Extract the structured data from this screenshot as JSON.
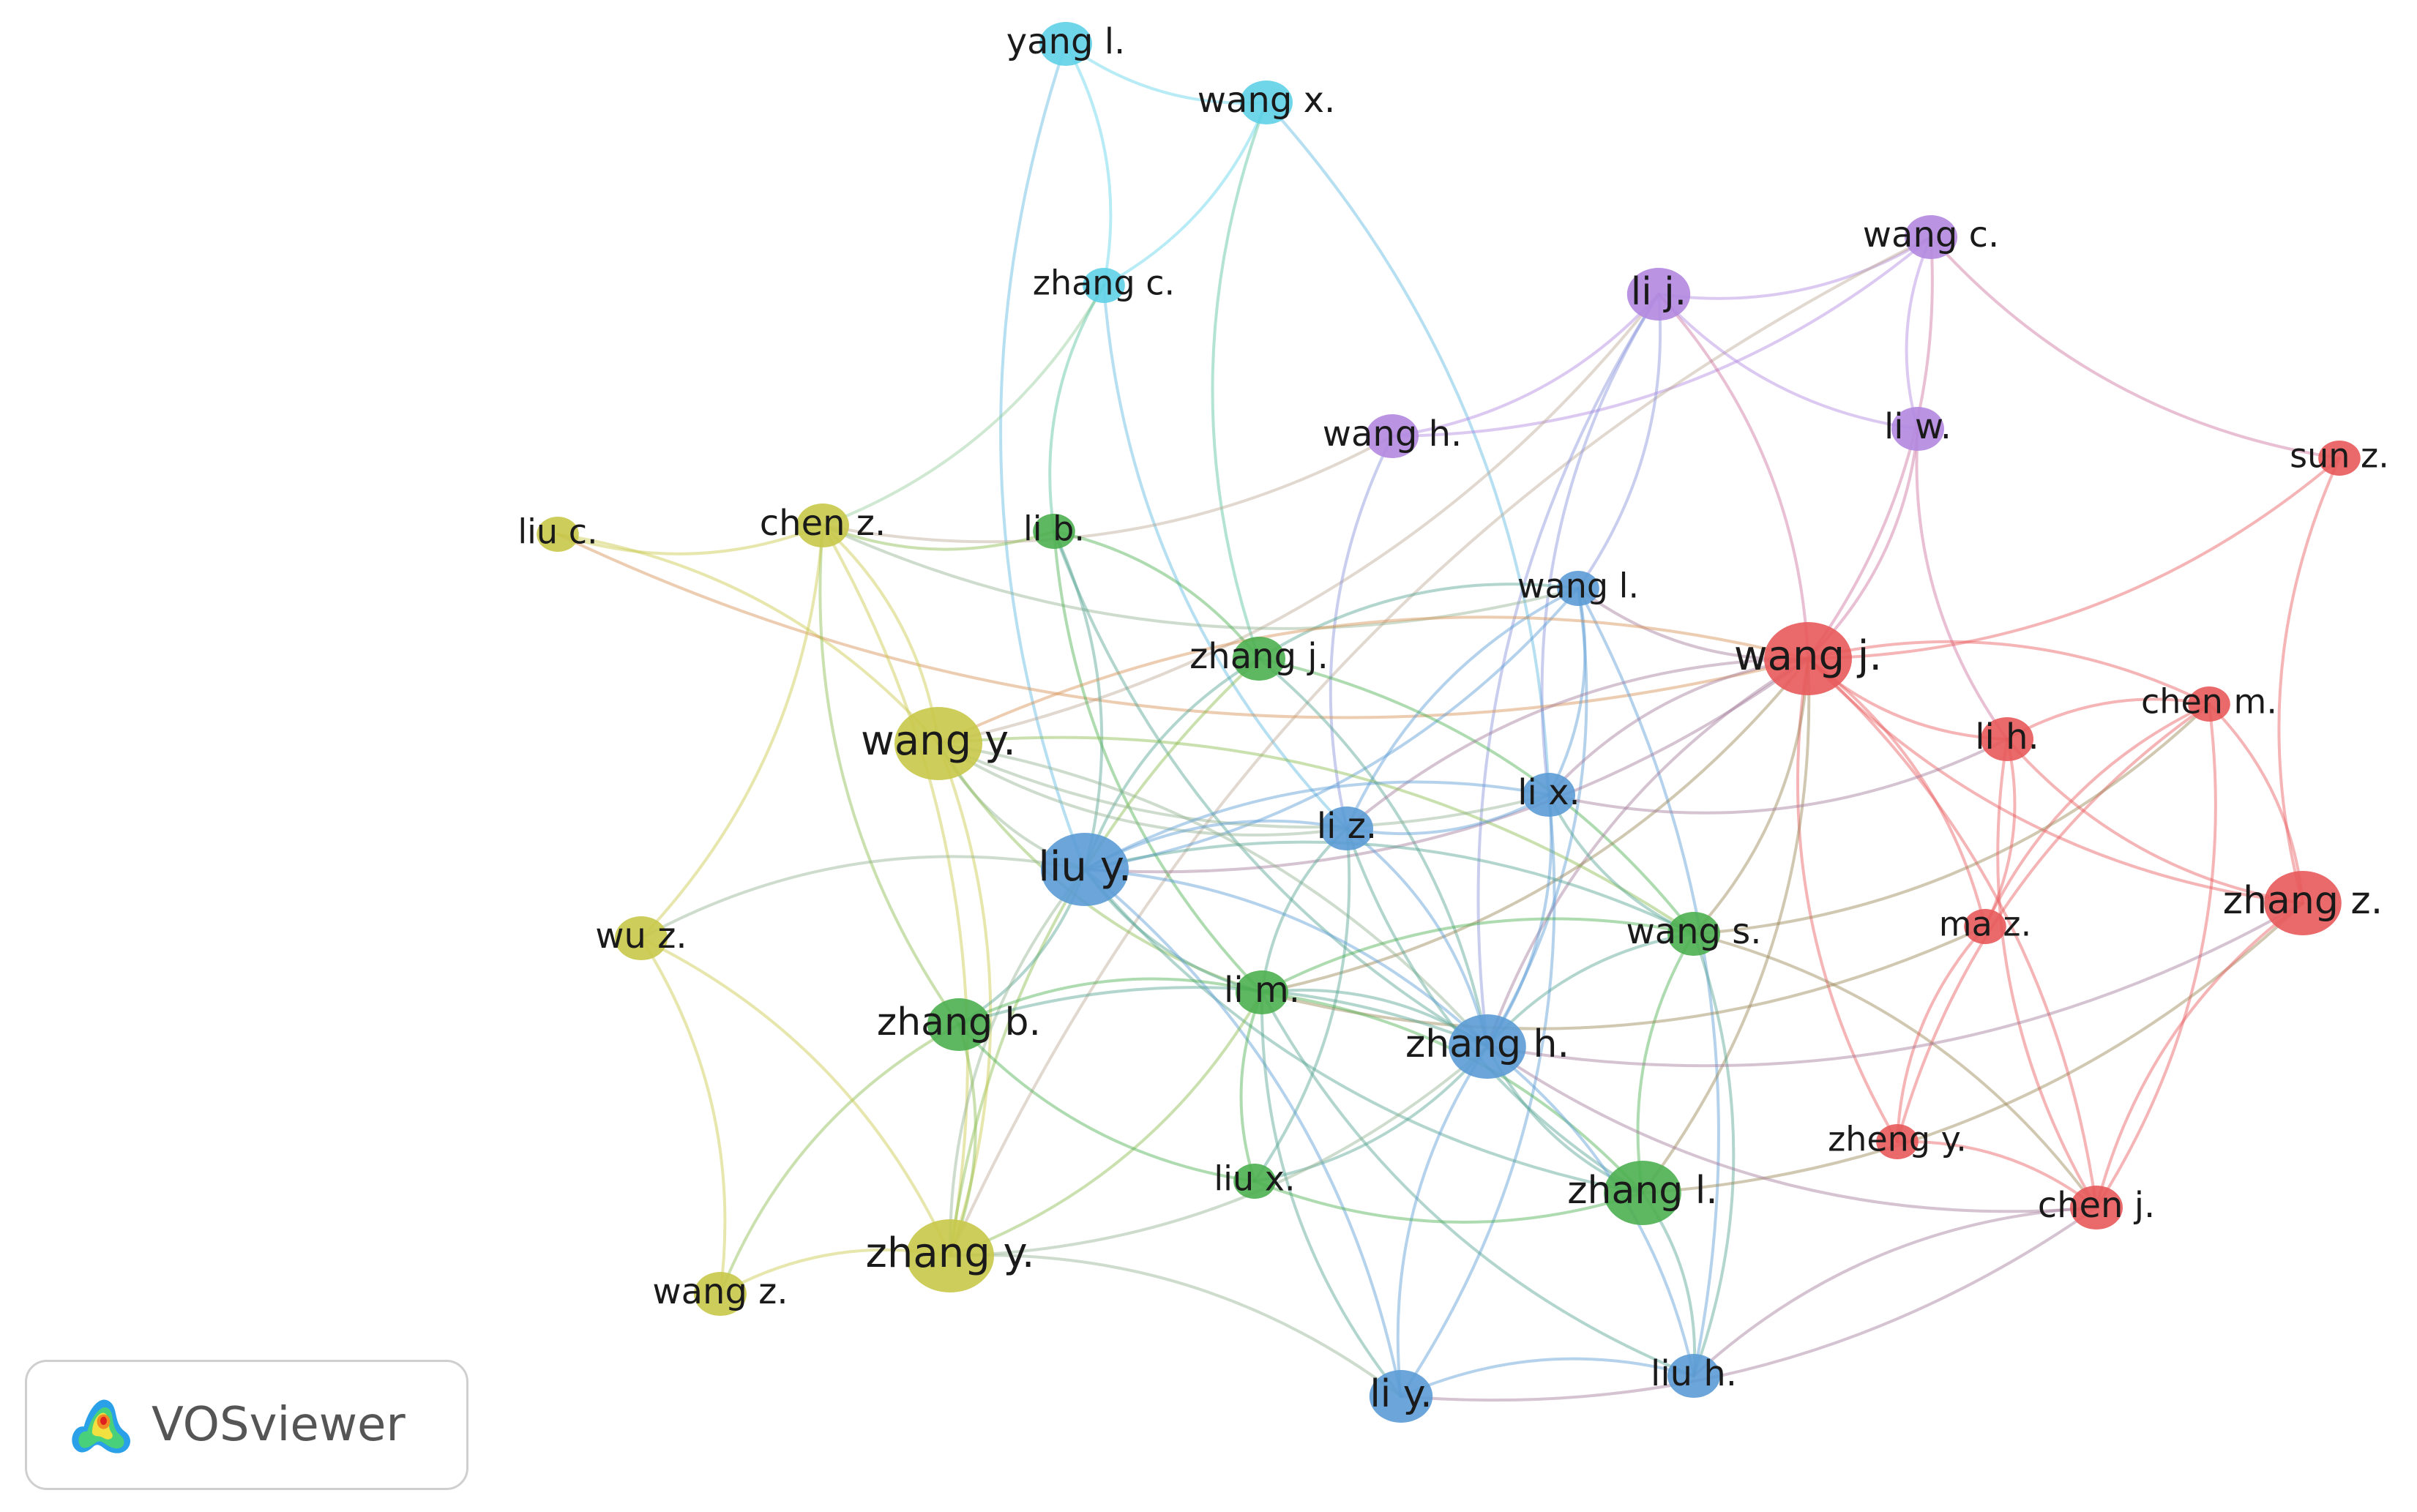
{
  "clusters": {
    "red": "#e8595a",
    "green": "#4caf50",
    "blue": "#5b9bd5",
    "yellow": "#c8c84a",
    "purple": "#b288e0",
    "cyan": "#5fd2e8"
  },
  "nodes": [
    {
      "id": "yang_l",
      "label": "yang l.",
      "cluster": "cyan",
      "weight": 2
    },
    {
      "id": "wang_x",
      "label": "wang x.",
      "cluster": "cyan",
      "weight": 2
    },
    {
      "id": "zhang_c",
      "label": "zhang c.",
      "cluster": "cyan",
      "weight": 1
    },
    {
      "id": "wang_c",
      "label": "wang c.",
      "cluster": "purple",
      "weight": 2
    },
    {
      "id": "li_j",
      "label": "li j.",
      "cluster": "purple",
      "weight": 3
    },
    {
      "id": "wang_h",
      "label": "wang h.",
      "cluster": "purple",
      "weight": 2
    },
    {
      "id": "li_w",
      "label": "li w.",
      "cluster": "purple",
      "weight": 2
    },
    {
      "id": "sun_z",
      "label": "sun z.",
      "cluster": "red",
      "weight": 1
    },
    {
      "id": "liu_c",
      "label": "liu c.",
      "cluster": "yellow",
      "weight": 1
    },
    {
      "id": "chen_z",
      "label": "chen z.",
      "cluster": "yellow",
      "weight": 2
    },
    {
      "id": "li_b",
      "label": "li b.",
      "cluster": "green",
      "weight": 1
    },
    {
      "id": "wang_l",
      "label": "wang l.",
      "cluster": "blue",
      "weight": 1
    },
    {
      "id": "zhang_j",
      "label": "zhang j.",
      "cluster": "green",
      "weight": 2
    },
    {
      "id": "wang_j",
      "label": "wang j.",
      "cluster": "red",
      "weight": 5
    },
    {
      "id": "chen_m",
      "label": "chen m.",
      "cluster": "red",
      "weight": 1
    },
    {
      "id": "li_h",
      "label": "li h.",
      "cluster": "red",
      "weight": 2
    },
    {
      "id": "wang_y",
      "label": "wang y.",
      "cluster": "yellow",
      "weight": 5
    },
    {
      "id": "li_x",
      "label": "li x.",
      "cluster": "blue",
      "weight": 2
    },
    {
      "id": "li_z",
      "label": "li z.",
      "cluster": "blue",
      "weight": 2
    },
    {
      "id": "liu_y",
      "label": "liu y.",
      "cluster": "blue",
      "weight": 5
    },
    {
      "id": "wu_z",
      "label": "wu z.",
      "cluster": "yellow",
      "weight": 2
    },
    {
      "id": "wang_s",
      "label": "wang s.",
      "cluster": "green",
      "weight": 2
    },
    {
      "id": "ma_z",
      "label": "ma z.",
      "cluster": "red",
      "weight": 1
    },
    {
      "id": "zhang_z",
      "label": "zhang z.",
      "cluster": "red",
      "weight": 4
    },
    {
      "id": "li_m",
      "label": "li m.",
      "cluster": "green",
      "weight": 2
    },
    {
      "id": "zhang_b",
      "label": "zhang b.",
      "cluster": "green",
      "weight": 3
    },
    {
      "id": "zhang_h",
      "label": "zhang h.",
      "cluster": "blue",
      "weight": 4
    },
    {
      "id": "zheng_y",
      "label": "zheng y.",
      "cluster": "red",
      "weight": 1
    },
    {
      "id": "liu_x",
      "label": "liu x.",
      "cluster": "green",
      "weight": 1
    },
    {
      "id": "zhang_l",
      "label": "zhang l.",
      "cluster": "green",
      "weight": 4
    },
    {
      "id": "chen_j",
      "label": "chen j.",
      "cluster": "red",
      "weight": 2
    },
    {
      "id": "zhang_y",
      "label": "zhang y.",
      "cluster": "yellow",
      "weight": 5
    },
    {
      "id": "wang_z",
      "label": "wang z.",
      "cluster": "yellow",
      "weight": 2
    },
    {
      "id": "li_y",
      "label": "li y.",
      "cluster": "blue",
      "weight": 3
    },
    {
      "id": "liu_h",
      "label": "liu h.",
      "cluster": "blue",
      "weight": 2
    }
  ],
  "edges": [
    [
      "yang_l",
      "wang_x"
    ],
    [
      "yang_l",
      "zhang_c"
    ],
    [
      "yang_l",
      "liu_y"
    ],
    [
      "wang_x",
      "zhang_c"
    ],
    [
      "wang_x",
      "zhang_j"
    ],
    [
      "wang_x",
      "li_x"
    ],
    [
      "zhang_c",
      "li_z"
    ],
    [
      "zhang_c",
      "chen_z"
    ],
    [
      "zhang_c",
      "li_b"
    ],
    [
      "wang_c",
      "li_j"
    ],
    [
      "wang_c",
      "li_w"
    ],
    [
      "wang_c",
      "wang_j"
    ],
    [
      "wang_c",
      "sun_z"
    ],
    [
      "wang_c",
      "wang_h"
    ],
    [
      "wang_c",
      "zhang_y"
    ],
    [
      "li_j",
      "wang_h"
    ],
    [
      "li_j",
      "li_w"
    ],
    [
      "li_j",
      "wang_l"
    ],
    [
      "li_j",
      "li_x"
    ],
    [
      "li_j",
      "wang_j"
    ],
    [
      "li_j",
      "zhang_h"
    ],
    [
      "li_j",
      "wang_y"
    ],
    [
      "wang_h",
      "li_z"
    ],
    [
      "wang_h",
      "chen_z"
    ],
    [
      "li_w",
      "li_h"
    ],
    [
      "li_w",
      "wang_j"
    ],
    [
      "sun_z",
      "zhang_z"
    ],
    [
      "sun_z",
      "wang_j"
    ],
    [
      "liu_c",
      "chen_z"
    ],
    [
      "liu_c",
      "wang_y"
    ],
    [
      "liu_c",
      "wang_j"
    ],
    [
      "chen_z",
      "wang_y"
    ],
    [
      "chen_z",
      "zhang_b"
    ],
    [
      "chen_z",
      "wu_z"
    ],
    [
      "chen_z",
      "li_b"
    ],
    [
      "chen_z",
      "zhang_y"
    ],
    [
      "chen_z",
      "wang_l"
    ],
    [
      "li_b",
      "liu_y"
    ],
    [
      "li_b",
      "zhang_h"
    ],
    [
      "li_b",
      "zhang_j"
    ],
    [
      "li_b",
      "li_m"
    ],
    [
      "wang_l",
      "liu_y"
    ],
    [
      "wang_l",
      "li_z"
    ],
    [
      "wang_l",
      "zhang_h"
    ],
    [
      "wang_l",
      "wang_j"
    ],
    [
      "wang_l",
      "li_x"
    ],
    [
      "wang_l",
      "zhang_j"
    ],
    [
      "wang_l",
      "liu_h"
    ],
    [
      "zhang_j",
      "liu_y"
    ],
    [
      "zhang_j",
      "zhang_h"
    ],
    [
      "zhang_j",
      "zhang_y"
    ],
    [
      "zhang_j",
      "wang_s"
    ],
    [
      "wang_j",
      "li_h"
    ],
    [
      "wang_j",
      "chen_m"
    ],
    [
      "wang_j",
      "zhang_z"
    ],
    [
      "wang_j",
      "ma_z"
    ],
    [
      "wang_j",
      "li_x"
    ],
    [
      "wang_j",
      "chen_j"
    ],
    [
      "wang_j",
      "zheng_y"
    ],
    [
      "wang_j",
      "wang_s"
    ],
    [
      "wang_j",
      "li_z"
    ],
    [
      "wang_j",
      "liu_y"
    ],
    [
      "wang_j",
      "zhang_h"
    ],
    [
      "wang_j",
      "zhang_l"
    ],
    [
      "wang_j",
      "wang_y"
    ],
    [
      "wang_j",
      "li_m"
    ],
    [
      "chen_m",
      "li_h"
    ],
    [
      "chen_m",
      "zhang_z"
    ],
    [
      "chen_m",
      "ma_z"
    ],
    [
      "chen_m",
      "chen_j"
    ],
    [
      "chen_m",
      "zheng_y"
    ],
    [
      "chen_m",
      "wang_s"
    ],
    [
      "li_h",
      "zhang_z"
    ],
    [
      "li_h",
      "ma_z"
    ],
    [
      "li_h",
      "chen_j"
    ],
    [
      "li_h",
      "li_x"
    ],
    [
      "wang_y",
      "liu_y"
    ],
    [
      "wang_y",
      "zhang_h"
    ],
    [
      "wang_y",
      "li_m"
    ],
    [
      "wang_y",
      "zhang_y"
    ],
    [
      "wang_y",
      "li_z"
    ],
    [
      "wang_y",
      "wang_s"
    ],
    [
      "wang_y",
      "li_x"
    ],
    [
      "li_x",
      "li_z"
    ],
    [
      "li_x",
      "liu_y"
    ],
    [
      "li_x",
      "zhang_h"
    ],
    [
      "li_x",
      "wang_s"
    ],
    [
      "li_x",
      "li_y"
    ],
    [
      "li_z",
      "liu_y"
    ],
    [
      "li_z",
      "zhang_h"
    ],
    [
      "li_z",
      "li_m"
    ],
    [
      "li_z",
      "liu_x"
    ],
    [
      "li_z",
      "zhang_l"
    ],
    [
      "liu_y",
      "zhang_h"
    ],
    [
      "liu_y",
      "li_m"
    ],
    [
      "liu_y",
      "wang_s"
    ],
    [
      "liu_y",
      "zhang_l"
    ],
    [
      "liu_y",
      "li_y"
    ],
    [
      "liu_y",
      "wu_z"
    ],
    [
      "liu_y",
      "zhang_b"
    ],
    [
      "liu_y",
      "zhang_y"
    ],
    [
      "wu_z",
      "wang_z"
    ],
    [
      "wang_s",
      "zhang_l"
    ],
    [
      "wang_s",
      "liu_h"
    ],
    [
      "wang_s",
      "li_m"
    ],
    [
      "wang_s",
      "chen_j"
    ],
    [
      "wang_s",
      "zhang_h"
    ],
    [
      "ma_z",
      "li_m"
    ],
    [
      "ma_z",
      "zheng_y"
    ],
    [
      "zhang_z",
      "zhang_l"
    ],
    [
      "zhang_z",
      "chen_j"
    ],
    [
      "zhang_z",
      "zhang_h"
    ],
    [
      "li_m",
      "zhang_b"
    ],
    [
      "li_m",
      "zhang_h"
    ],
    [
      "li_m",
      "liu_x"
    ],
    [
      "li_m",
      "zhang_l"
    ],
    [
      "li_m",
      "li_y"
    ],
    [
      "li_m",
      "zhang_y"
    ],
    [
      "li_m",
      "liu_h"
    ],
    [
      "zhang_b",
      "zhang_y"
    ],
    [
      "zhang_b",
      "liu_x"
    ],
    [
      "zhang_b",
      "zhang_h"
    ],
    [
      "zhang_b",
      "wang_z"
    ],
    [
      "zhang_h",
      "liu_x"
    ],
    [
      "zhang_h",
      "zhang_l"
    ],
    [
      "zhang_h",
      "liu_h"
    ],
    [
      "zhang_h",
      "li_y"
    ],
    [
      "zhang_h",
      "zhang_y"
    ],
    [
      "zhang_h",
      "chen_j"
    ],
    [
      "zheng_y",
      "chen_j"
    ],
    [
      "liu_x",
      "zhang_l"
    ],
    [
      "zhang_l",
      "liu_h"
    ],
    [
      "chen_j",
      "liu_h"
    ],
    [
      "chen_j",
      "li_y"
    ],
    [
      "zhang_y",
      "wang_z"
    ],
    [
      "zhang_y",
      "li_y"
    ],
    [
      "zhang_y",
      "wu_z"
    ],
    [
      "li_y",
      "liu_h"
    ]
  ],
  "logo": {
    "text": "VOSviewer"
  }
}
